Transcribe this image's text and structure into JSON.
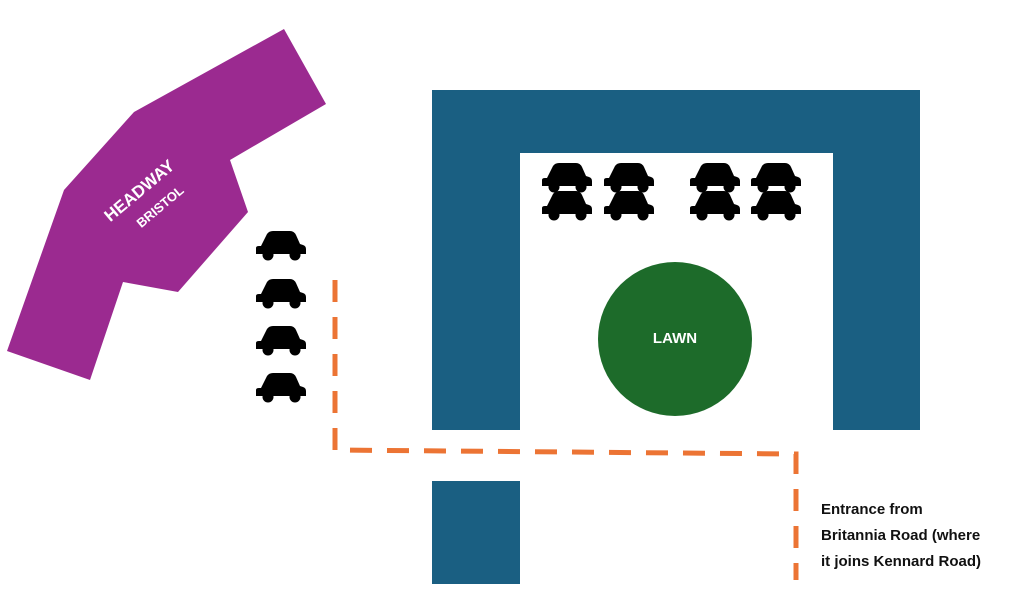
{
  "colors": {
    "headway_building": "#9b2a90",
    "main_building": "#1a5f82",
    "lawn": "#1d6b2a",
    "entrance_route": "#ec7434",
    "car_icon": "#000000",
    "background": "#ffffff"
  },
  "headway": {
    "name": "HEADWAY",
    "city": "BRISTOL"
  },
  "lawn": {
    "label": "LAWN"
  },
  "entrance": {
    "lines": [
      "Entrance from",
      "Britannia Road (where",
      "it joins Kennard Road)"
    ]
  },
  "parking": {
    "icon": "car-icon",
    "left_column_count": 4,
    "courtyard_rows": 2,
    "courtyard_cars_per_row": 4
  }
}
